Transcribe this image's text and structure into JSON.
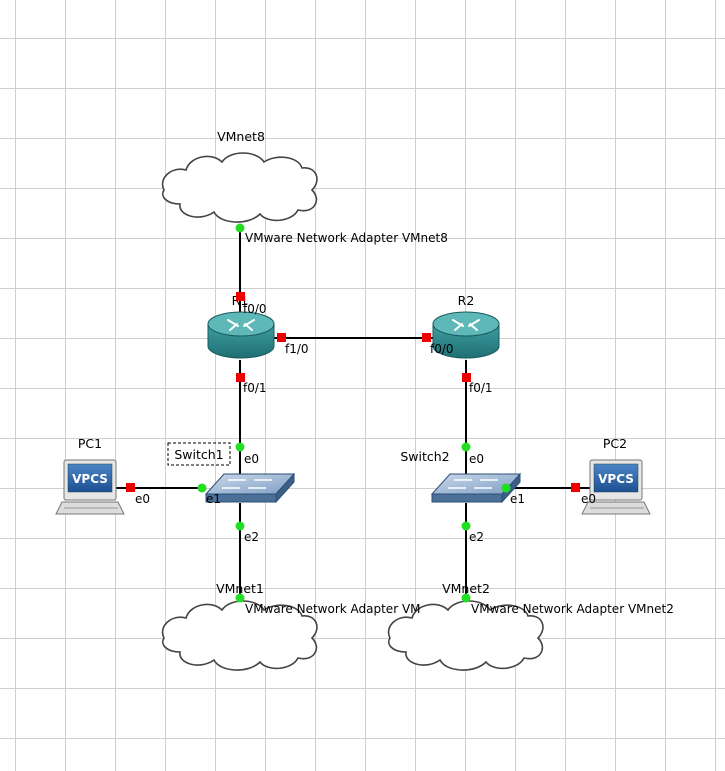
{
  "topology": {
    "clouds": {
      "vmnet8": {
        "label": "VMnet8",
        "adapter": "VMware Network Adapter VMnet8"
      },
      "vmnet1": {
        "label": "VMnet1",
        "adapter": "VMware Network Adapter VM"
      },
      "vmnet2": {
        "label": "VMnet2",
        "adapter": "VMware Network Adapter VMnet2"
      }
    },
    "routers": {
      "r1": {
        "label": "R1",
        "port_top": "f0/0",
        "port_right": "f1/0",
        "port_bottom": "f0/1"
      },
      "r2": {
        "label": "R2",
        "port_left": "f0/0",
        "port_bottom": "f0/1"
      }
    },
    "switches": {
      "switch1": {
        "label": "Switch1",
        "port_top": "e0",
        "port_left": "e1",
        "port_bottom": "e2",
        "selected": true
      },
      "switch2": {
        "label": "Switch2",
        "port_top": "e0",
        "port_right": "e1",
        "port_bottom": "e2"
      }
    },
    "pcs": {
      "pc1": {
        "label": "PC1",
        "screen_text": "VPCS",
        "port": "e0"
      },
      "pc2": {
        "label": "PC2",
        "screen_text": "VPCS",
        "port": "e0"
      }
    },
    "colors": {
      "link": "#000000",
      "port_up": "#22dd22",
      "port_down": "#ee0000",
      "router": "#2e8b8b",
      "switch": "#5b7fa6",
      "grid": "#cfcfcf"
    }
  }
}
